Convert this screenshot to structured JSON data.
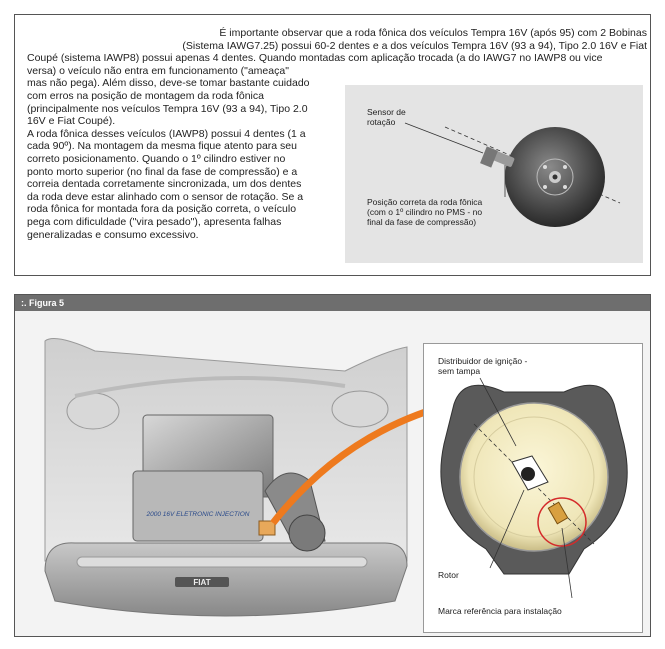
{
  "text": {
    "line1": "É importante observar que a roda fônica dos veículos Tempra 16V (após 95) com   2 Bobinas",
    "line2": "(Sistema IAWG7.25) possui 60-2 dentes e a dos veículos Tempra 16V (93 a 94),  Tipo 2.0 16V e Fiat",
    "line3": "Coupé (sistema IAWP8) possui apenas 4 dentes. Quando montadas com aplicação trocada (a do IAWG7 no IAWP8 ou vice",
    "line4": "versa) o veículo não entra em funcionamento (\"ameaça\"",
    "line5": "mas não pega). Além disso, deve-se tomar bastante cuidado",
    "line6": "com erros na posição de montagem da roda fônica",
    "line7": "(principalmente nos veículos Tempra 16V (93 a 94),  Tipo 2.0",
    "line8": "16V e Fiat Coupé).",
    "line9": "A roda fônica desses veículos (IAWP8) possui 4 dentes (1 a",
    "line10": "cada 90º). Na montagem da mesma fique atento para seu",
    "line11": "correto posicionamento. Quando o 1º cilindro estiver no",
    "line12": "ponto morto superior (no final da fase de compressão) e a",
    "line13": "correia dentada corretamente sincronizada, um dos dentes",
    "line14": "da roda deve estar alinhado com o sensor de rotação. Se a",
    "line15": "roda fônica for montada fora da posição correta, o veículo",
    "line16": "pega com dificuldade (\"vira pesado\"), apresenta falhas",
    "line17": "generalizadas e consumo excessivo."
  },
  "inset": {
    "label_sensor_1": "Sensor de",
    "label_sensor_2": "rotação",
    "label_pos_1": "Posição correta da roda fônica",
    "label_pos_2": "(com o 1º cilindro no PMS - no",
    "label_pos_3": "final da fase de compressão)"
  },
  "figure": {
    "title": ":. Figura 5",
    "engine_text": "2000 16V ELETRONIC INJECTION",
    "brand_text": "FIAT",
    "label_dist_1": "Distribuidor de ignição -",
    "label_dist_2": "sem tampa",
    "label_rotor": "Rotor",
    "label_marca": "Marca referência para instalação"
  },
  "colors": {
    "arrow": "#ee7a1e",
    "highlight_circle": "#d42a2a",
    "inset_bg": "#e4e4e4",
    "figure_header": "#6e6e6e"
  }
}
